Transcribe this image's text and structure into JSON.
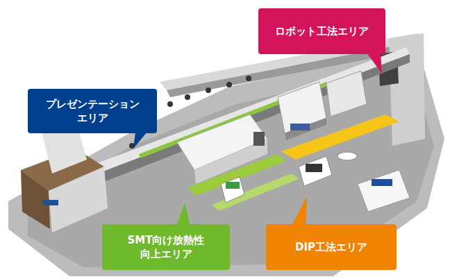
{
  "diagram": {
    "nodes": [
      {
        "text": [
          "ロボット工法エリア"
        ]
      },
      {
        "text": [
          "プレゼンテーション エリア"
        ]
      },
      {
        "text": [
          "SMT向け放熱性 向上エリア"
        ]
      },
      {
        "text": [
          "DIP工法エリア"
        ]
      }
    ]
  }
}
